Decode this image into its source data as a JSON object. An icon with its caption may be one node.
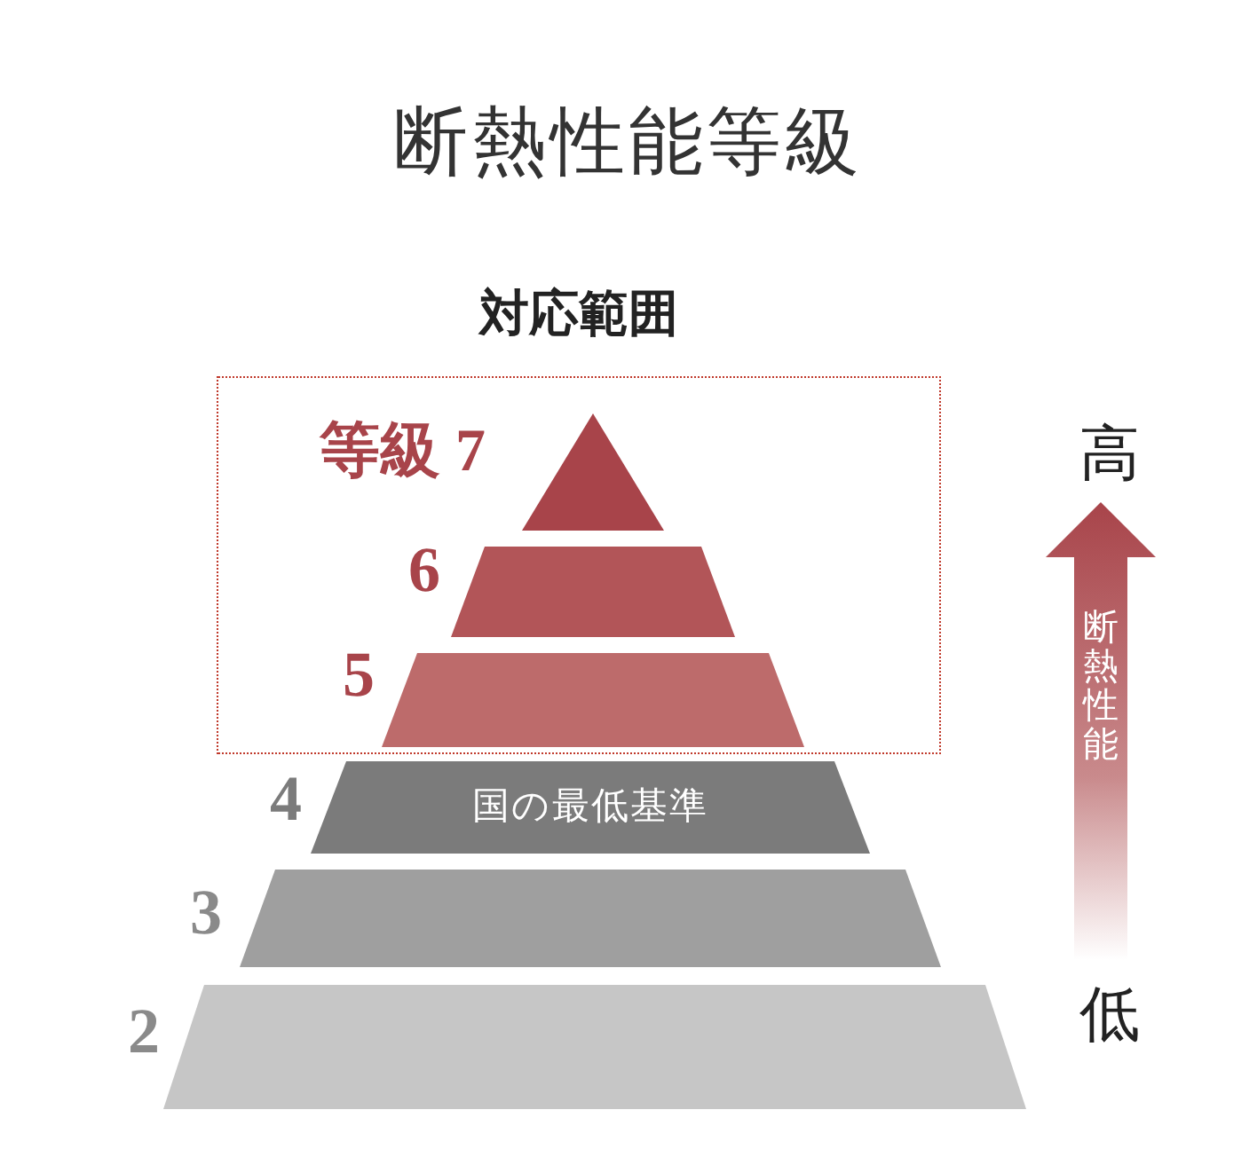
{
  "diagram": {
    "title": "断熱性能等級",
    "nodes": [
      {
        "text": [
          "対応範囲"
        ]
      },
      {
        "text": [],
        "shape": "triangle",
        "in": 0,
        "beside": [
          "等級 7"
        ]
      },
      {
        "text": [],
        "shape": "trapezoid",
        "in": 0,
        "beside": [
          "6"
        ]
      },
      {
        "text": [],
        "shape": "trapezoid",
        "in": 0,
        "beside": [
          "5"
        ]
      },
      {
        "text": [
          "国の最低基準"
        ],
        "beside": [
          "4"
        ]
      },
      {
        "text": [],
        "shape": "trapezoid",
        "beside": [
          "3"
        ]
      },
      {
        "text": [],
        "shape": "trapezoid",
        "beside": [
          "2"
        ]
      },
      {
        "text": [
          "断熱性能"
        ]
      }
    ],
    "labels": [
      "高",
      "低"
    ]
  }
}
